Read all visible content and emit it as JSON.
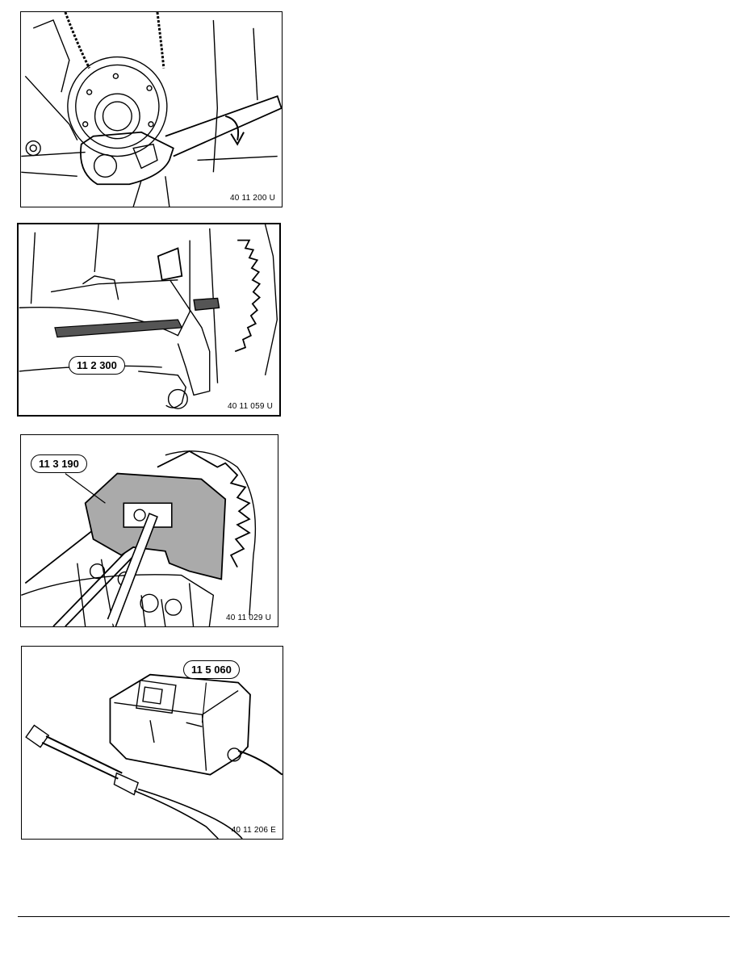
{
  "figures": [
    {
      "code": "40 11 200 U",
      "callout": ""
    },
    {
      "code": "40 11 059 U",
      "callout": "11 2 300"
    },
    {
      "code": "40 11 029 U",
      "callout": "11 3 190"
    },
    {
      "code": "40 11 206 E",
      "callout": "11 5 060"
    }
  ]
}
